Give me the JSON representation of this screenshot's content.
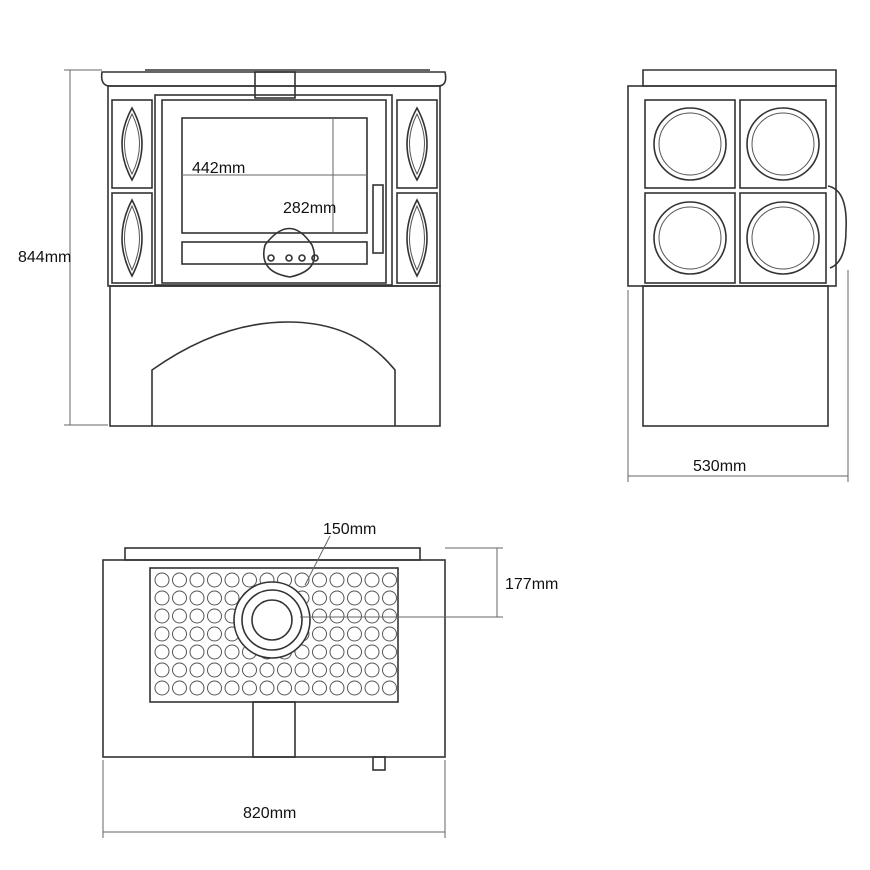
{
  "title": "Stove dimension drawing",
  "front_view": {
    "height_label": "844mm",
    "glass_width_label": "442mm",
    "glass_height_label": "282mm"
  },
  "side_view": {
    "depth_label": "530mm"
  },
  "top_view": {
    "flue_diameter_label": "150mm",
    "flue_offset_label": "177mm",
    "width_label": "820mm"
  },
  "colors": {
    "line": "#333333",
    "background": "#ffffff"
  }
}
